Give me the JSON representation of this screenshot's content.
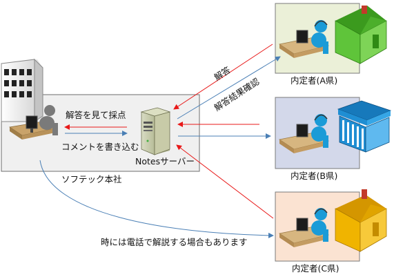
{
  "labels": {
    "hq": "ソフテック本社",
    "server": "Notesサーバー",
    "review": "解答を見て採点",
    "comment": "コメントを書き込む",
    "answer": "解答",
    "result": "解答結果確認",
    "phone": "時には電話で解説する場合もあります",
    "person_a": "内定者(A県)",
    "person_b": "内定者(B県)",
    "person_c": "内定者(C県)"
  },
  "colors": {
    "red_arrow": "#e81818",
    "blue_arrow": "#4a7fb5",
    "hq_box": "#f0f0f0",
    "box_a": "#ebf0d8",
    "box_b": "#d3d8ea",
    "box_c": "#fbe3d2",
    "house_a": "#5fc43a",
    "house_b": "#1f8ed3",
    "house_c": "#f0b400",
    "person": "#1a9bd7"
  }
}
